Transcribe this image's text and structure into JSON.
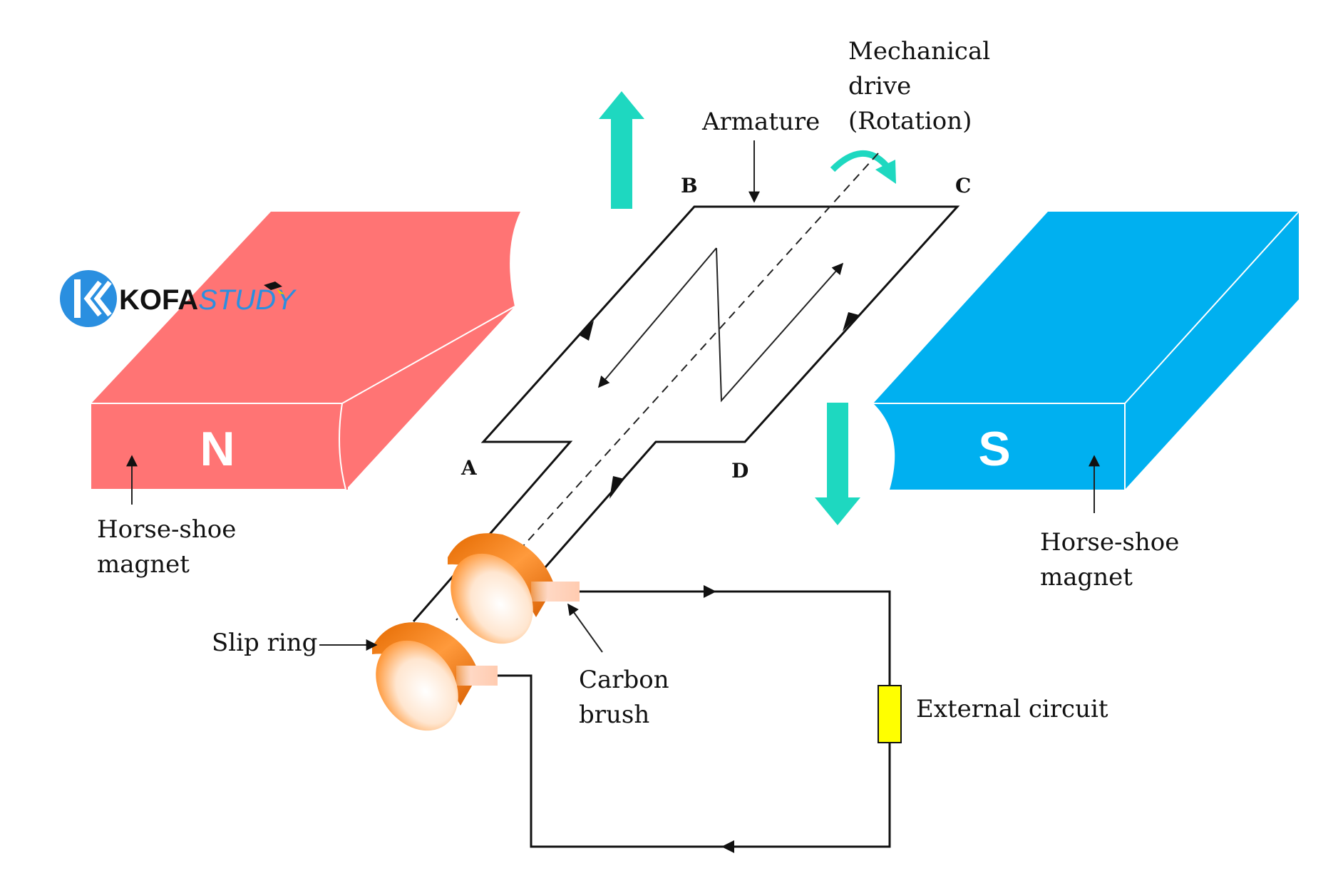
{
  "labels": {
    "mechanical_drive": [
      "Mechanical",
      "drive",
      "(Rotation)"
    ],
    "armature": "Armature",
    "point_a": "A",
    "point_b": "B",
    "point_c": "C",
    "point_d": "D",
    "north_pole": "N",
    "south_pole": "S",
    "left_magnet": [
      "Horse-shoe",
      "magnet"
    ],
    "right_magnet": [
      "Horse-shoe",
      "magnet"
    ],
    "slip_ring": "Slip ring",
    "carbon_brush": [
      "Carbon",
      "brush"
    ],
    "external_circuit": "External circuit"
  },
  "logo": {
    "prefix": "KOFA",
    "suffix": "STUDY"
  },
  "colors": {
    "north_magnet": "#ff7474",
    "south_magnet": "#00b0f0",
    "motion_arrow": "#1ed8c0",
    "slip_ring": "#ff8a1e",
    "resistor": "#ffff00",
    "brush": "#ffd8c4",
    "wire": "#111111"
  },
  "icons": [
    "up-arrow-icon",
    "down-arrow-icon",
    "rotation-arrow-icon",
    "kofastudy-logo-icon"
  ]
}
